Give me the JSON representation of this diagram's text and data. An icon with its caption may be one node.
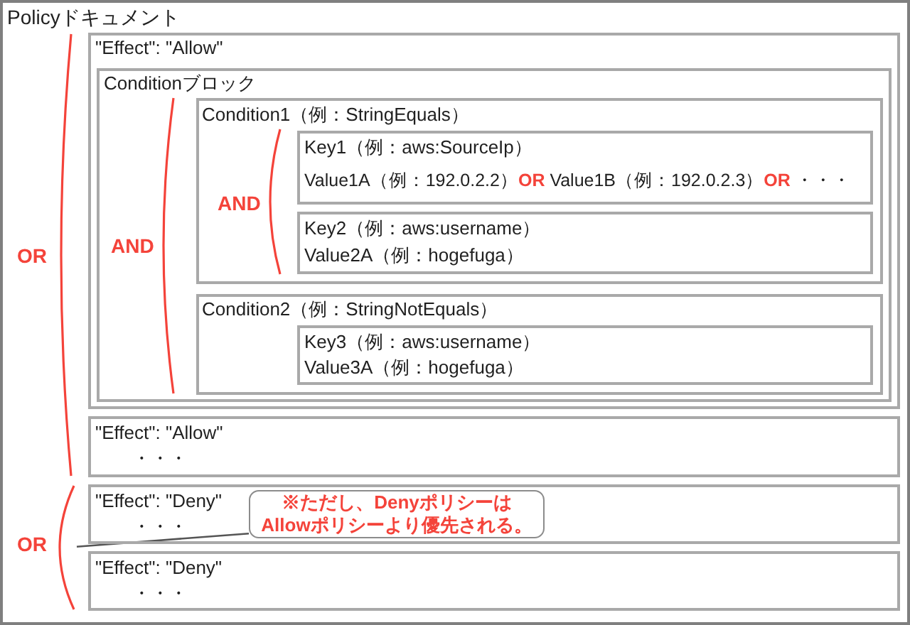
{
  "diagram": {
    "nodes": [
      {
        "text": [
          "Policyドキュメント"
        ]
      },
      {
        "text": [
          "\"Effect\": \"Allow\""
        ],
        "in": 0
      },
      {
        "text": [
          "Conditionブロック"
        ],
        "in": 1
      },
      {
        "text": [
          "Condition1（例：StringEquals）"
        ],
        "in": 2
      },
      {
        "text": [
          "Key1（例：aws:SourceIp）",
          "Value1A（例：192.0.2.2）**OR** Value1B（例：192.0.2.3）**OR** ・・・"
        ],
        "in": 3
      },
      {
        "text": [
          "Key2（例：aws:username）",
          "Value2A（例：hogefuga）"
        ],
        "in": 3
      },
      {
        "text": [
          "Condition2（例：StringNotEquals）"
        ],
        "in": 2
      },
      {
        "text": [
          "Key3（例：aws:username）",
          "Value3A（例：hogefuga）"
        ],
        "in": 6
      },
      {
        "text": [
          "\"Effect\": \"Allow\"",
          "・・・"
        ],
        "in": 0
      },
      {
        "text": [
          "\"Effect\": \"Deny\"",
          "・・・"
        ],
        "in": 0
      },
      {
        "text": [
          "※ただし、DenyポリシーはAllowポリシーより優先される。"
        ],
        "in": 9
      },
      {
        "text": [
          "\"Effect\": \"Deny\"",
          "・・・"
        ],
        "in": 0
      },
      {
        "text": [],
        "shape": "bracket",
        "in": 0
      }
    ],
    "edges": [
      {
        "from": 10,
        "to": 12,
        "arrow": "none"
      }
    ],
    "labels": [
      "OR",
      "AND",
      "AND",
      "OR"
    ]
  }
}
